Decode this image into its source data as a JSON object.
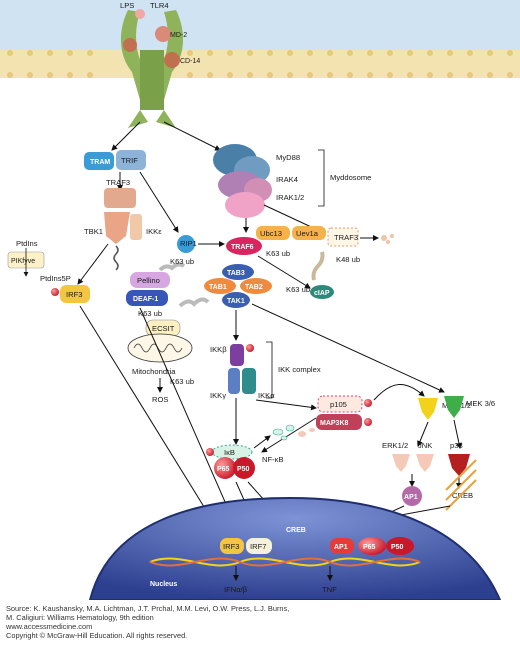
{
  "receptor": {
    "lps": "LPS",
    "tlr4": "TLR4",
    "md2": "MD-2",
    "cd14": "CD-14"
  },
  "trif_branch": {
    "tram": "TRAM",
    "trif": "TRIF",
    "traf3": "TRAF3",
    "tbk1": "TBK1",
    "ikke": "IKKε",
    "irf3": "IRF3",
    "ptdins": "PtdIns",
    "pikfyve": "PIKfyve",
    "ptdins5p": "PtdIns5P",
    "pellino": "Pellino",
    "deaf1": "DEAF-1",
    "rip1": "RIP1",
    "k63ub_rip": "K63 ub"
  },
  "myddosome": {
    "myd88": "MyD88",
    "irak4": "IRAK4",
    "irak12": "IRAK1/2",
    "bracket_label": "Myddosome"
  },
  "traf6_complex": {
    "ubc13": "Ubc13",
    "uev1a": "Uev1a",
    "traf6": "TRAF6",
    "k63ub": "K63 ub"
  },
  "traf3_right": {
    "traf3": "TRAF3",
    "k48ub": "K48 ub",
    "k63ub": "K63 ub",
    "ciap": "cIAP"
  },
  "tak_complex": {
    "tab3": "TAB3",
    "tab1": "TAB1",
    "tab2": "TAB2",
    "tak1": "TAK1"
  },
  "mitochondria": {
    "k63ub": "K63 ub",
    "ecsit": "ECSIT",
    "label": "Mitochondria",
    "ros": "ROS"
  },
  "ikk": {
    "ikkb": "IKKβ",
    "ikkg": "IKKγ",
    "ikka": "IKKα",
    "k63ub": "K63 ub",
    "bracket_label": "IKK complex"
  },
  "nfkb": {
    "ikb": "IκB",
    "p65": "P65",
    "p50": "P50",
    "label": "NF-κB"
  },
  "p105": {
    "p105": "p105",
    "map3k8": "MAP3K8"
  },
  "mapk": {
    "mek12": "MEK 1/2",
    "mek36": "MEK 3/6",
    "erk12": "ERK1/2",
    "jnk": "JNK",
    "ap1": "AP1",
    "p38": "p38",
    "creb": "CREB"
  },
  "nucleus": {
    "label": "Nucleus",
    "irf3": "IRF3",
    "irf7": "IRF7",
    "creb": "CREB",
    "ap1": "AP1",
    "p65": "P65",
    "p50": "P50",
    "ifn": "IFNα/β",
    "tnf": "TNF"
  },
  "credit": {
    "line1": "Source: K. Kaushansky, M.A. Lichtman, J.T. Prchal, M.M. Levi, O.W. Press, L.J. Burns,",
    "line2": "M. Caligiuri: Williams Hematology, 9th edition",
    "line3": "www.accessmedicine.com",
    "line4": "Copyright © McGraw-Hill Education.  All rights reserved."
  }
}
